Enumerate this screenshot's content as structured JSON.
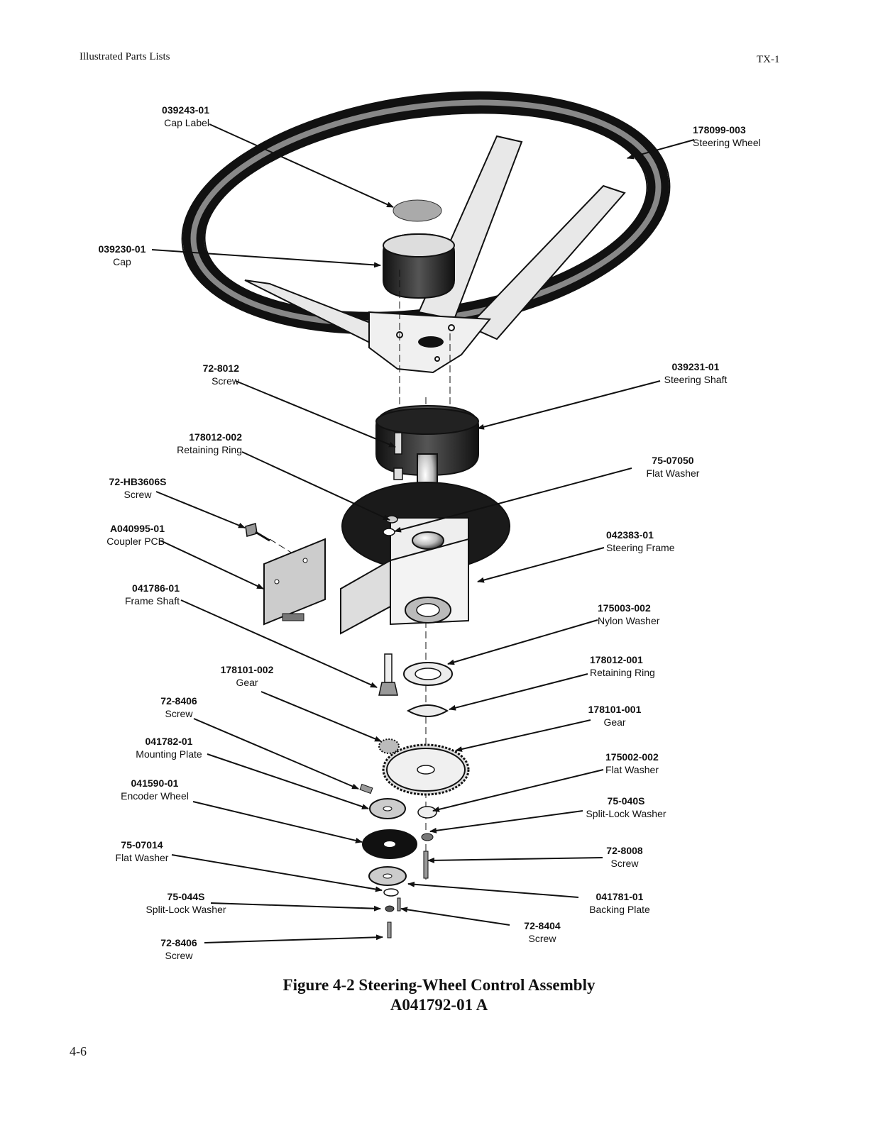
{
  "header": {
    "left": "Illustrated Parts Lists",
    "right": "TX-1"
  },
  "callouts": [
    {
      "id": "cap-label",
      "part_no": "039243-01",
      "name": "Cap Label"
    },
    {
      "id": "steering-wheel",
      "part_no": "178099-003",
      "name": "Steering Wheel"
    },
    {
      "id": "cap",
      "part_no": "039230-01",
      "name": "Cap"
    },
    {
      "id": "screw-72-8012",
      "part_no": "72-8012",
      "name": "Screw"
    },
    {
      "id": "steering-shaft",
      "part_no": "039231-01",
      "name": "Steering Shaft"
    },
    {
      "id": "retaining-ring-002",
      "part_no": "178012-002",
      "name": "Retaining Ring"
    },
    {
      "id": "flat-washer-07050",
      "part_no": "75-07050",
      "name": "Flat Washer"
    },
    {
      "id": "screw-hb3606s",
      "part_no": "72-HB3606S",
      "name": "Screw"
    },
    {
      "id": "coupler-pcb",
      "part_no": "A040995-01",
      "name": "Coupler PCB"
    },
    {
      "id": "steering-frame",
      "part_no": "042383-01",
      "name": "Steering Frame"
    },
    {
      "id": "frame-shaft",
      "part_no": "041786-01",
      "name": "Frame Shaft"
    },
    {
      "id": "nylon-washer",
      "part_no": "175003-002",
      "name": "Nylon Washer"
    },
    {
      "id": "gear-002",
      "part_no": "178101-002",
      "name": "Gear"
    },
    {
      "id": "retaining-ring-001",
      "part_no": "178012-001",
      "name": "Retaining Ring"
    },
    {
      "id": "screw-72-8406-a",
      "part_no": "72-8406",
      "name": "Screw"
    },
    {
      "id": "gear-001",
      "part_no": "178101-001",
      "name": "Gear"
    },
    {
      "id": "mounting-plate",
      "part_no": "041782-01",
      "name": "Mounting Plate"
    },
    {
      "id": "flat-washer-175002",
      "part_no": "175002-002",
      "name": "Flat Washer"
    },
    {
      "id": "encoder-wheel",
      "part_no": "041590-01",
      "name": "Encoder Wheel"
    },
    {
      "id": "split-lock-040s",
      "part_no": "75-040S",
      "name": "Split-Lock Washer"
    },
    {
      "id": "flat-washer-07014",
      "part_no": "75-07014",
      "name": "Flat Washer"
    },
    {
      "id": "screw-72-8008",
      "part_no": "72-8008",
      "name": "Screw"
    },
    {
      "id": "split-lock-044s",
      "part_no": "75-044S",
      "name": "Split-Lock Washer"
    },
    {
      "id": "backing-plate",
      "part_no": "041781-01",
      "name": "Backing Plate"
    },
    {
      "id": "screw-72-8404",
      "part_no": "72-8404",
      "name": "Screw"
    },
    {
      "id": "screw-72-8406-b",
      "part_no": "72-8406",
      "name": "Screw"
    }
  ],
  "caption": {
    "line1": "Figure 4-2  Steering-Wheel Control Assembly",
    "line2": "A041792-01   A"
  },
  "page_number": "4-6"
}
